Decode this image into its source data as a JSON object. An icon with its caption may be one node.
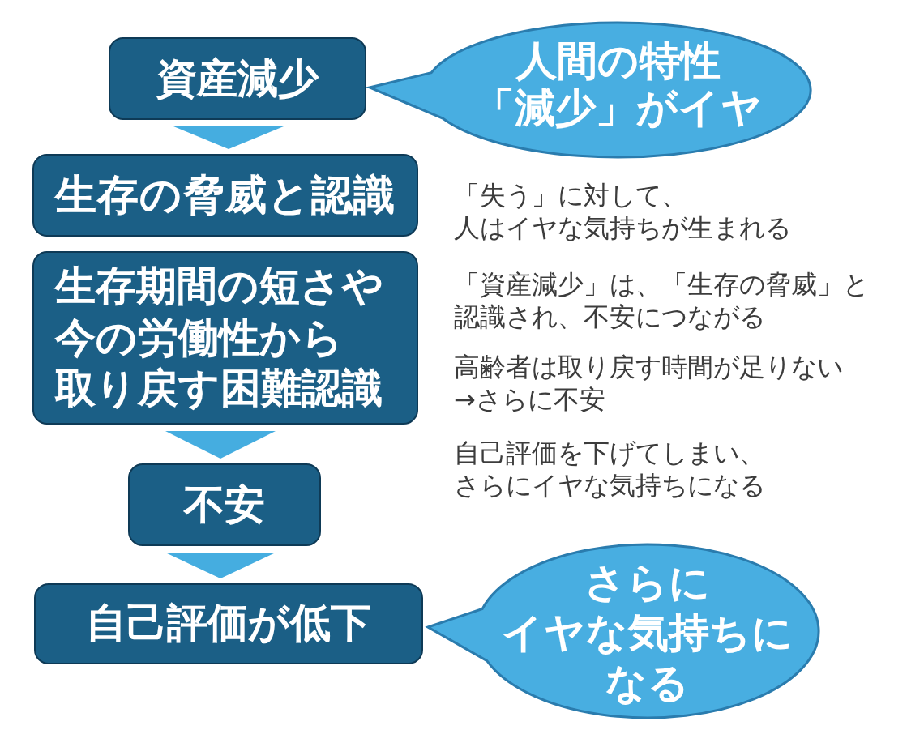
{
  "diagram": {
    "nodes": [
      {
        "text": [
          "資産減少"
        ]
      },
      {
        "text": [
          "人間の特性「減少」がイヤ"
        ]
      },
      {
        "text": [
          "生存の脅威と認識"
        ]
      },
      {
        "text": [
          "生存期間の短さや今の労働性から取り戻す困難認識"
        ]
      },
      {
        "text": [
          "不安"
        ]
      },
      {
        "text": [
          "自己評価が低下"
        ]
      },
      {
        "text": [
          "さらにイヤな気持ちになる"
        ]
      }
    ],
    "edges": [
      {
        "from": 0,
        "to": 2,
        "arrow": "to"
      },
      {
        "from": 3,
        "to": 4,
        "arrow": "to"
      },
      {
        "from": 4,
        "to": 5,
        "arrow": "to"
      }
    ],
    "labels": [
      "「失う」に対して、人はイヤな気持ちが生まれる",
      "「資産減少」は、「生存の脅威」と認識され、不安につながる",
      "高齢者は取り戻す時間が足りない→さらに不安",
      "自己評価を下げてしまい、さらにイヤな気持ちになる"
    ]
  }
}
